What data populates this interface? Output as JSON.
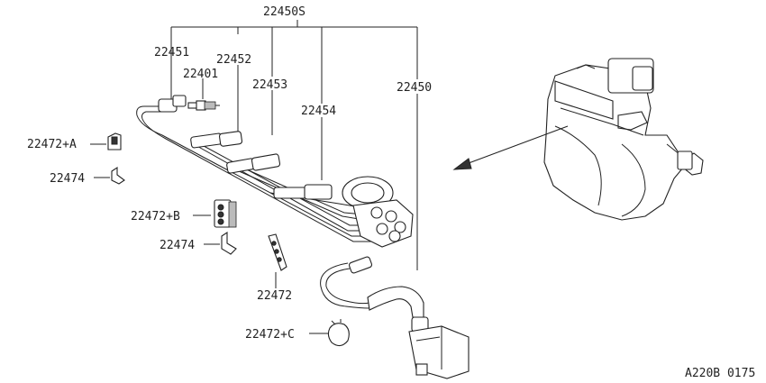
{
  "labels": {
    "assembly": "22450S",
    "cable_1": "22451",
    "cable_2": "22452",
    "plug": "22401",
    "cable_3": "22453",
    "cable_4": "22454",
    "coil_cable": "22450",
    "clamp_a": "22472+A",
    "bracket_top": "22474",
    "clamp_b": "22472+B",
    "bracket_mid": "22474",
    "clamp": "22472",
    "clamp_c": "22472+C",
    "drawing_code": "A220B 0175"
  }
}
